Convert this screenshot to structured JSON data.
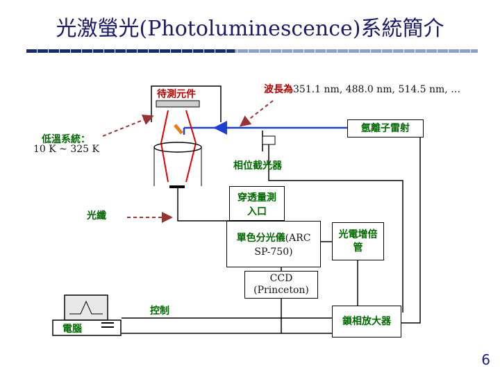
{
  "title": "光激螢光(Photoluminescence)系統簡介",
  "labels": {
    "sample": "待測元件",
    "wavelength_prefix": "波長為",
    "wavelength_values": "351.1 nm, 488.0 nm, 514.5 nm, …",
    "laser": "氬離子雷射",
    "cryo_title": "低溫系統：",
    "cryo_range": "10 K ~ 325 K",
    "chopper": "相位截光器",
    "slit_line1": "穿透量測",
    "slit_line2": "入口",
    "fiber": "光纖",
    "mono_title": "單色分光儀",
    "mono_model_a": "(ARC",
    "mono_model_b": "SP-750)",
    "pmt_line1": "光電增倍",
    "pmt_line2": "管",
    "ccd_line1": "CCD",
    "ccd_line2": "(Princeton)",
    "control": "控制",
    "lockin": "鎖相放大器",
    "computer": "電腦"
  },
  "colors": {
    "title": "#1a1a66",
    "laser_beam": "#1f3fd0",
    "pl_beam": "#e00000",
    "dashed_arrow": "#993333",
    "label_green": "#006600"
  },
  "page_number": "6"
}
